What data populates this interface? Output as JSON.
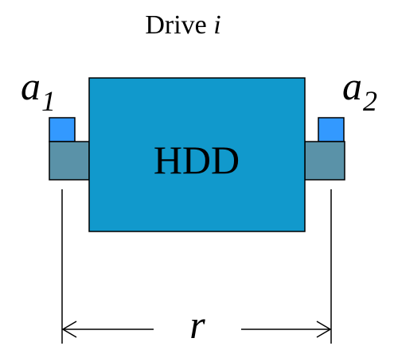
{
  "title": {
    "text": "Drive ",
    "italic": "i"
  },
  "drive": {
    "label": "HDD"
  },
  "left_actuator": {
    "label_base": "a",
    "label_sub": "1"
  },
  "right_actuator": {
    "label_base": "a",
    "label_sub": "2"
  },
  "span": {
    "label": "r"
  },
  "colors": {
    "drive_fill": "#1199CC",
    "actuator_body": "#5A92A8",
    "actuator_head": "#3399FF",
    "stroke": "#000000"
  }
}
